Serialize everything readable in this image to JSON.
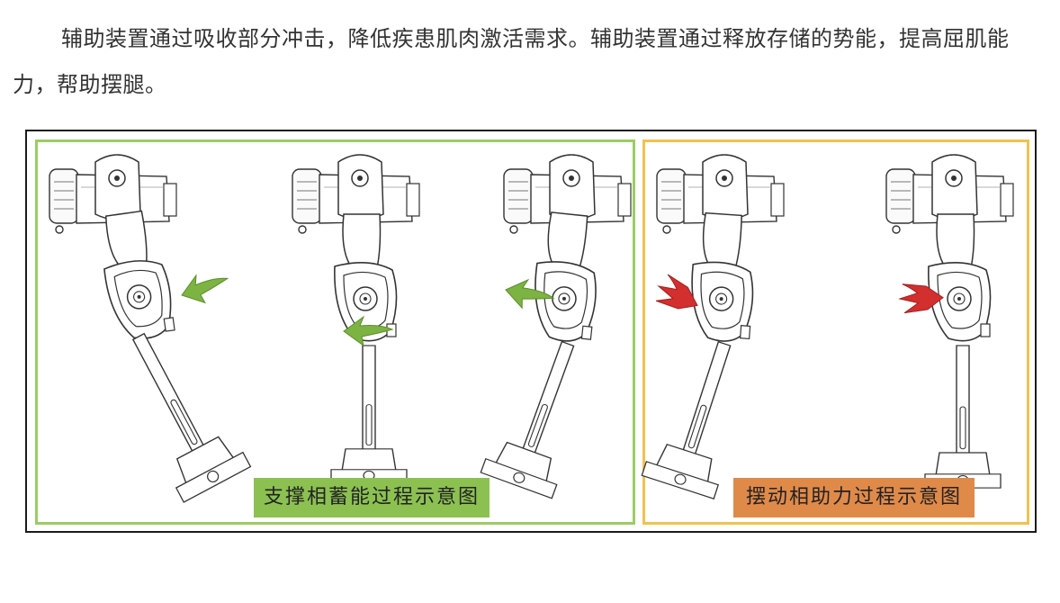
{
  "paragraph": {
    "text": "辅助装置通过吸收部分冲击，降低疾患肌肉激活需求。辅助装置通过释放存储的势能，提高屈肌能力，帮助摆腿。"
  },
  "figure": {
    "left_caption": "支撑相蓄能过程示意图",
    "right_caption": "摆动相助力过程示意图",
    "colors": {
      "left_frame": "#9ccc65",
      "right_frame": "#f2c14e",
      "left_caption_bg": "#8cc152",
      "right_caption_bg": "#e08a4a",
      "green_arrow": "#7cb342",
      "red_arrow": "#d32f2f"
    },
    "icons": [
      "exoskeleton-leg-illustration",
      "green-arrow",
      "red-arrow"
    ]
  }
}
